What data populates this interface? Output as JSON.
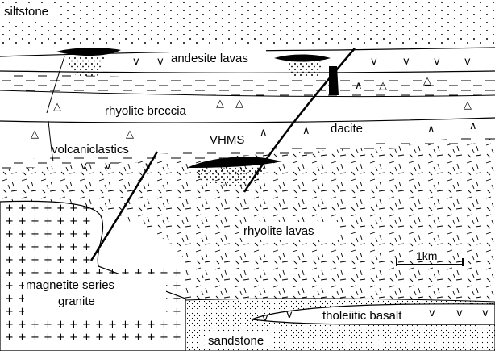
{
  "labels": {
    "siltstone": "siltstone",
    "andesite": "andesite lavas",
    "rhyolite_breccia": "rhyolite breccia",
    "dacite": "dacite",
    "volcaniclastics": "volcaniclastics",
    "vhms": "VHMS",
    "rhyolite_lavas": "rhyolite lavas",
    "granite_line1": "magnetite series",
    "granite_line2": "granite",
    "tholeiitic": "tholeiitic basalt",
    "sandstone": "sandstone"
  },
  "scale_bar": {
    "label": "1km"
  },
  "symbols": {
    "andesite": "v",
    "breccia": "△",
    "dacite": "∧",
    "granite": "+"
  }
}
